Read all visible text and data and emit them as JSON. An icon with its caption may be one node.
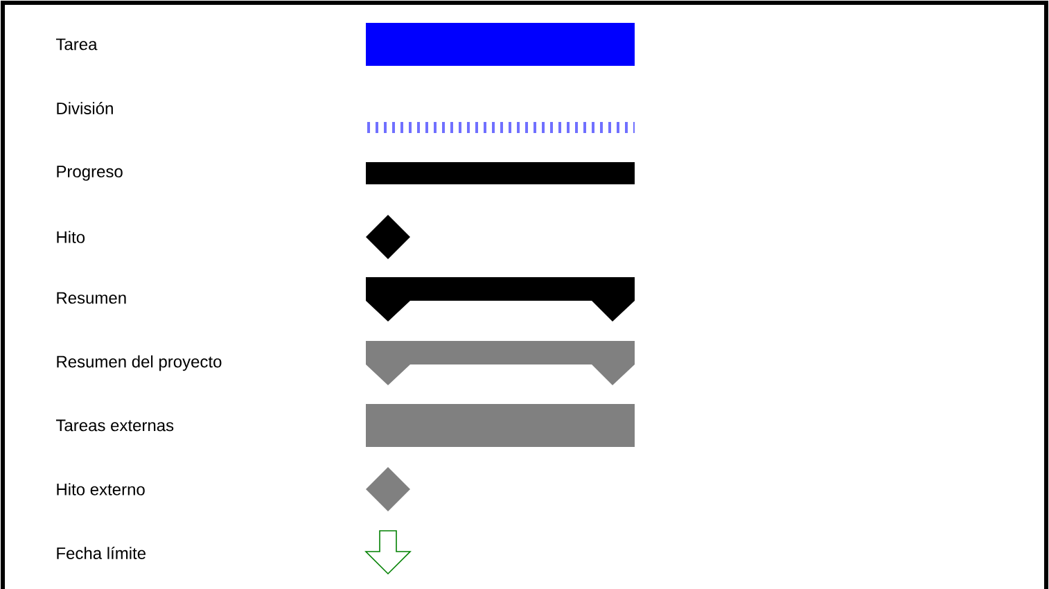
{
  "diagram": {
    "legend": [
      {
        "text": "Tarea",
        "color": "#0000ff"
      },
      {
        "text": "División"
      },
      {
        "text": "Progreso",
        "color": "#000000"
      },
      {
        "text": "Hito"
      },
      {
        "text": "Resumen"
      },
      {
        "text": "Resumen del proyecto"
      },
      {
        "text": "Tareas externas",
        "color": "#808080"
      },
      {
        "text": "Hito externo"
      },
      {
        "text": "Fecha límite"
      }
    ]
  }
}
